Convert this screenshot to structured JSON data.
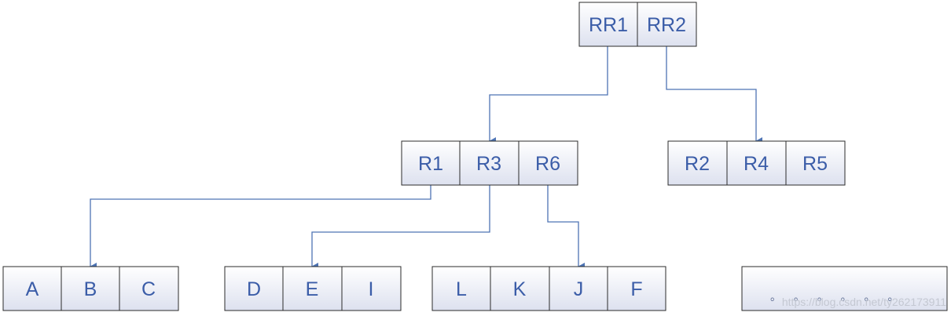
{
  "nodes": {
    "root": {
      "cells": [
        "RR1",
        "RR2"
      ]
    },
    "inner_left": {
      "cells": [
        "R1",
        "R3",
        "R6"
      ]
    },
    "inner_right": {
      "cells": [
        "R2",
        "R4",
        "R5"
      ]
    },
    "leaf_1": {
      "cells": [
        "A",
        "B",
        "C"
      ]
    },
    "leaf_2": {
      "cells": [
        "D",
        "E",
        "I"
      ]
    },
    "leaf_3": {
      "cells": [
        "L",
        "K",
        "J",
        "F"
      ]
    },
    "leaf_more": {
      "text": "。 。 。 。 。 。"
    }
  },
  "watermark": "https://blog.csdn.net/ty262173911",
  "colors": {
    "text": "#3b5da8",
    "connector": "#4e74b4",
    "border": "#2b2b2b",
    "cell_fill_top": "#ffffff",
    "cell_fill_bottom": "#dfe2f0"
  }
}
